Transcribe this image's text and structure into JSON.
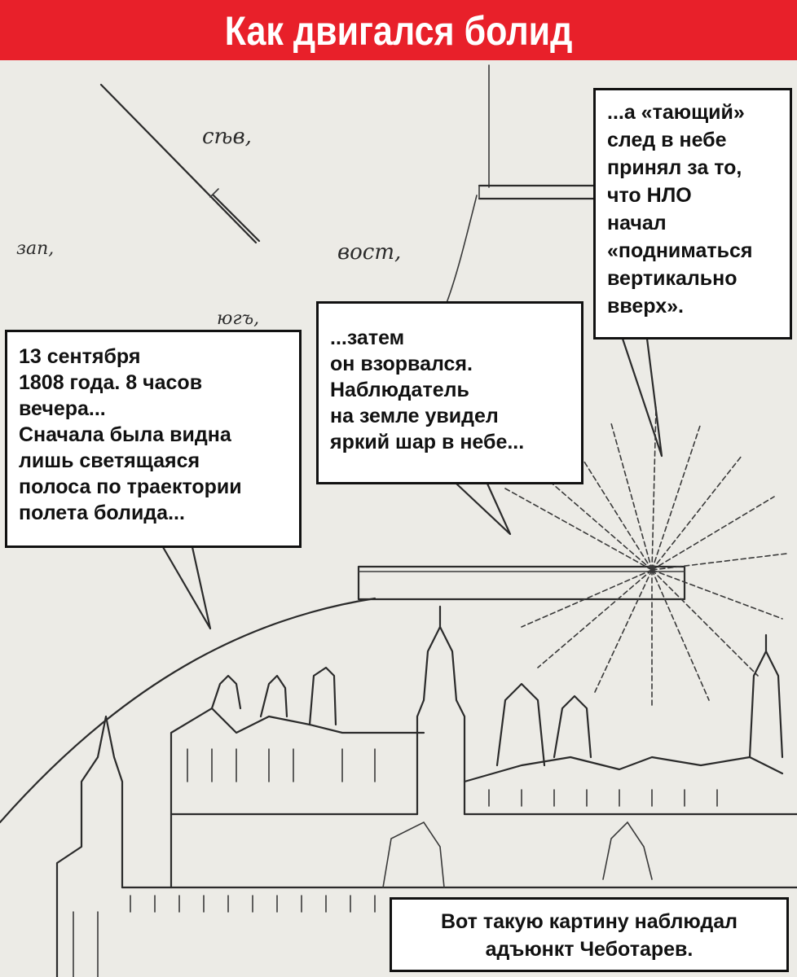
{
  "header": {
    "title": "Как двигался болид"
  },
  "callouts": {
    "first": "13 сентября\n1808 года. 8 часов\nвечера...\nСначала была видна\nлишь светящаяся\nполоса по траектории\nполета болида...",
    "second": "...затем\nон взорвался.\nНаблюдатель\nна земле увидел\nяркий шар в небе...",
    "third": "...а «тающий»\nслед в небе\nпринял за то,\nчто НЛО\nначал\n«подниматься\nвертикально\nвверх».",
    "caption": "Вот такую картину наблюдал\nадъюнкт Чеботарев."
  },
  "sketch_labels": {
    "label_1": "сѣв,",
    "label_2": "зап,",
    "label_3": "вост,",
    "label_4": "югъ,"
  },
  "colors": {
    "header_bg": "#e8202a",
    "header_text": "#ffffff",
    "paper": "#ecebe6",
    "ink": "#2b2b2b"
  }
}
